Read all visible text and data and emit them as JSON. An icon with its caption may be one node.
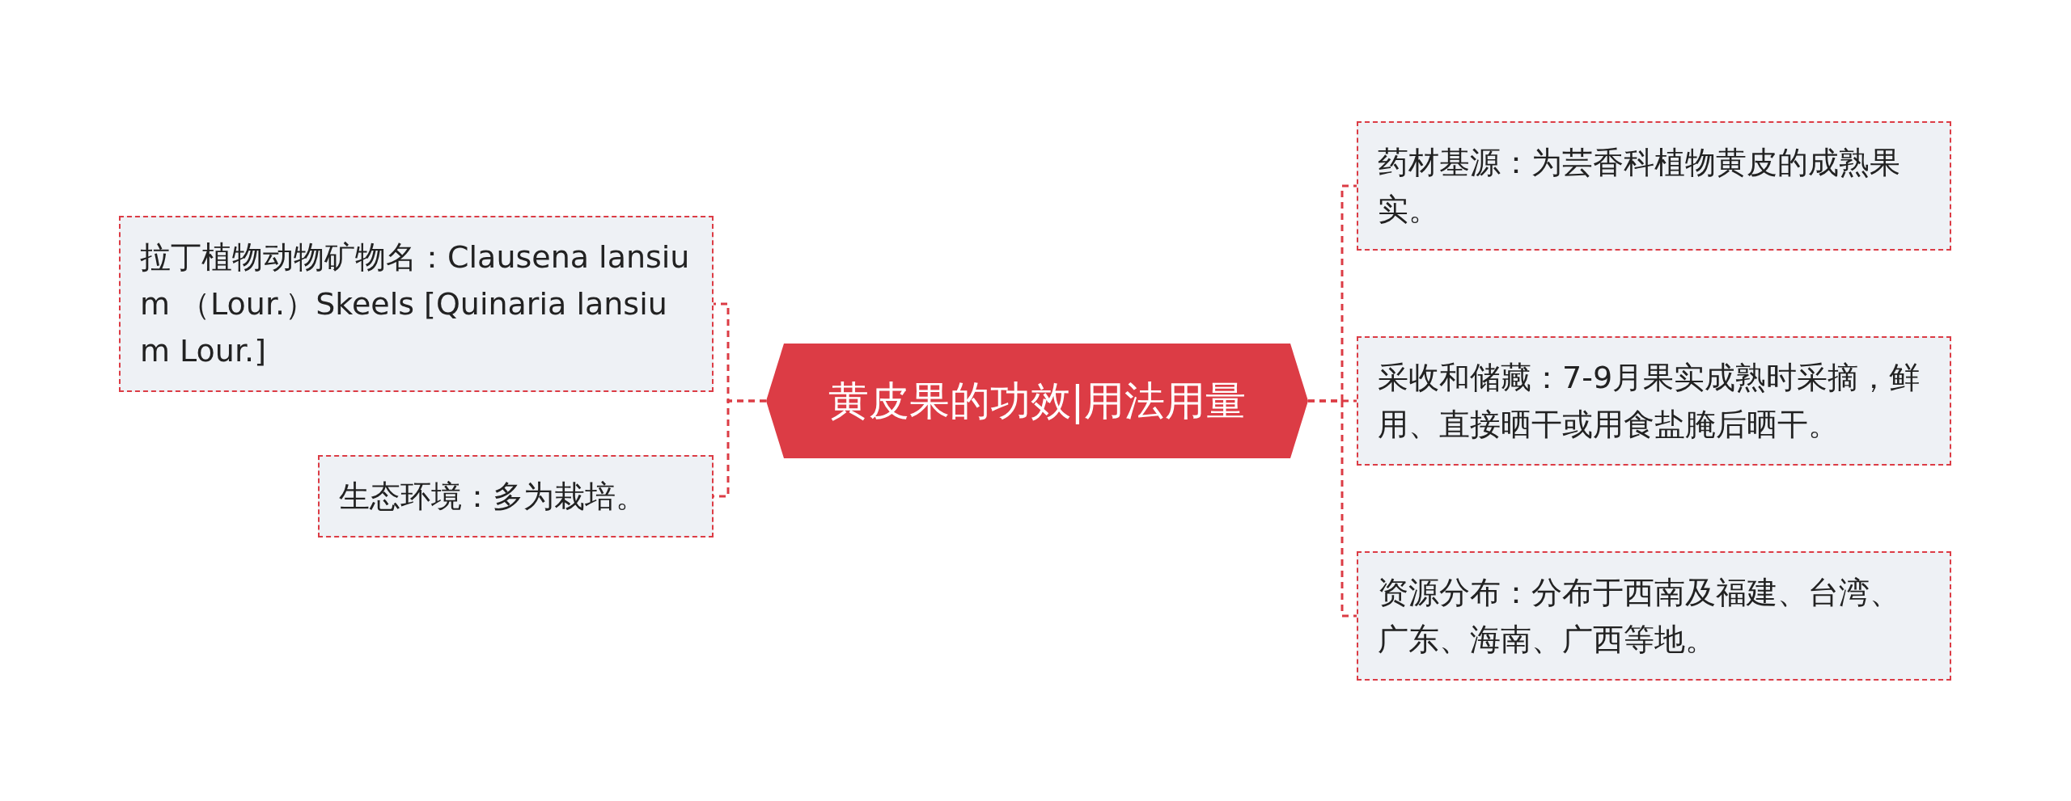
{
  "diagram": {
    "nodes": [
      {
        "text": [
          "黄皮果的功效|用法用量"
        ]
      },
      {
        "text": [
          "拉丁植物动物矿物名：Clausena lansium （Lour.）Skeels [Quinaria lansium Lour.]"
        ]
      },
      {
        "text": [
          "生态环境：多为栽培。"
        ]
      },
      {
        "text": [
          "药材基源：为芸香科植物黄皮的成熟果实。"
        ]
      },
      {
        "text": [
          "采收和储藏：7-9月果实成熟时采摘，鲜用、直接晒干或用食盐腌后晒干。"
        ]
      },
      {
        "text": [
          "资源分布：分布于西南及福建、台湾、广东、海南、广西等地。"
        ]
      }
    ],
    "edges": [
      {
        "from": 0,
        "to": 1,
        "arrow": "none",
        "style": "dashed"
      },
      {
        "from": 0,
        "to": 2,
        "arrow": "none",
        "style": "dashed"
      },
      {
        "from": 0,
        "to": 3,
        "arrow": "none",
        "style": "dashed"
      },
      {
        "from": 0,
        "to": 4,
        "arrow": "none",
        "style": "dashed"
      },
      {
        "from": 0,
        "to": 5,
        "arrow": "none",
        "style": "dashed"
      }
    ]
  }
}
